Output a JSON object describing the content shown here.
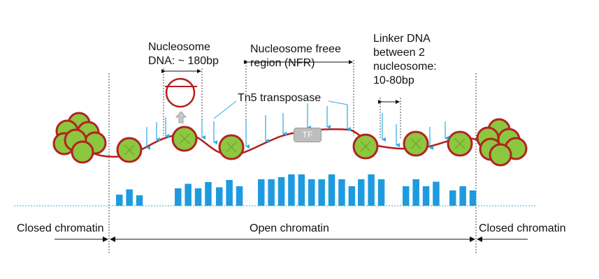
{
  "labels": {
    "nucleosome_dna": "Nucleosome\nDNA: ~ 180bp",
    "nfr": "Nucleosome freee\nregion (NFR)",
    "linker": "Linker DNA\nbetween 2\nnucleosome:\n10-80bp",
    "tn5": "Tn5 transposase",
    "tf": "TF",
    "closed_left": "Closed chromatin",
    "open": "Open chromatin",
    "closed_right": "Closed chromatin"
  },
  "colors": {
    "nucleosome_fill": "#8dc63f",
    "nucleosome_border": "#b22222",
    "dna": "#b71c1c",
    "transposase_arrow": "#29abe2",
    "bar": "#1e9be0",
    "tf_box": "#bdbdbd",
    "up_arrow": "#c8c8c8"
  },
  "bar_groups": [
    {
      "region": "nucleosome-1",
      "relative_heights": [
        0.32,
        0.47,
        0.3
      ]
    },
    {
      "region": "nucleosome-2",
      "relative_heights": [
        0.5,
        0.63,
        0.5,
        0.68
      ]
    },
    {
      "region": "nucleosome-3",
      "relative_heights": [
        0.53,
        0.74,
        0.56
      ]
    },
    {
      "region": "nfr",
      "relative_heights": [
        0.76,
        0.76,
        0.82,
        0.9,
        0.9,
        0.76,
        0.76,
        0.9,
        0.76,
        0.56
      ]
    },
    {
      "region": "nucleosome-4",
      "relative_heights": [
        0.76,
        0.9,
        0.76
      ]
    },
    {
      "region": "nucleosome-5",
      "relative_heights": [
        0.56,
        0.76,
        0.56,
        0.69
      ]
    },
    {
      "region": "nucleosome-6",
      "relative_heights": [
        0.44,
        0.56,
        0.44
      ]
    }
  ]
}
